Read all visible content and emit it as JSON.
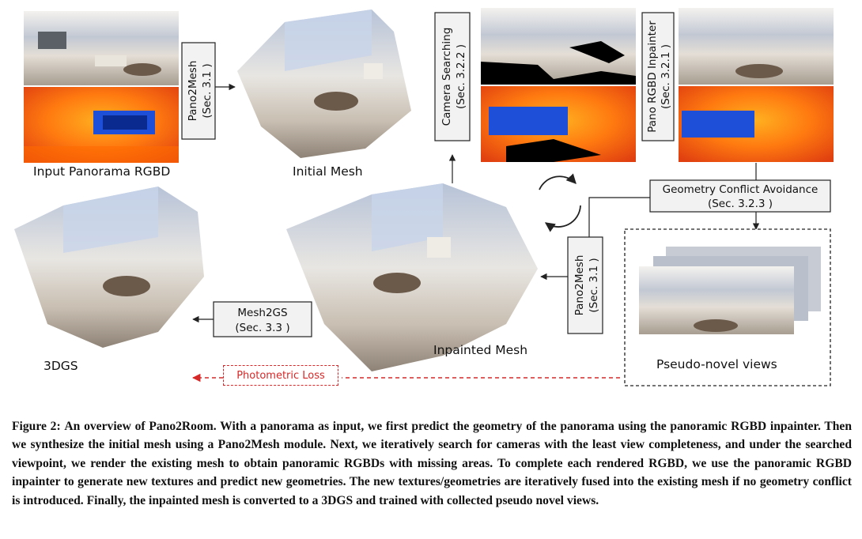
{
  "labels": {
    "input_panorama": "Input Panorama RGBD",
    "initial_mesh": "Initial Mesh",
    "inpainted_mesh": "Inpainted Mesh",
    "threedgs": "3DGS",
    "pseudo_views": "Pseudo-novel views"
  },
  "boxes": {
    "pano2mesh_top_line1": "Pano2Mesh",
    "pano2mesh_top_line2": "(Sec. 3.1 )",
    "camera_search_line1": "Camera Searching",
    "camera_search_line2": "(Sec. 3.2.2 )",
    "pano_inpainter_line1": "Pano RGBD Inpainter",
    "pano_inpainter_line2": "(Sec. 3.2.1 )",
    "geometry_conflict_line1": "Geometry Conflict Avoidance",
    "geometry_conflict_line2": "(Sec. 3.2.3 )",
    "pano2mesh_mid_line1": "Pano2Mesh",
    "pano2mesh_mid_line2": "(Sec. 3.1 )",
    "mesh2gs_line1": "Mesh2GS",
    "mesh2gs_line2": "(Sec. 3.3 )",
    "photometric_loss": "Photometric Loss"
  },
  "caption": {
    "figure_label": "Figure 2:",
    "lead": "An overview of Pano2Room.",
    "body": " With a panorama as input, we first predict the geometry of the panorama using the panoramic RGBD inpainter. Then we synthesize the initial mesh using a Pano2Mesh module. Next, we iteratively search for cameras with the least view completeness, and under the searched viewpoint, we render the existing mesh to obtain panoramic RGBDs with missing areas. To complete each rendered RGBD, we use the panoramic RGBD inpainter to generate new textures and predict new geometries. The new textures/geometries are iteratively fused into the existing mesh if no geometry conflict is introduced. Finally, the inpainted mesh is converted to a 3DGS and trained with collected pseudo novel views."
  },
  "colors": {
    "loss_red": "#d62828",
    "box_fill": "#f2f2f2"
  }
}
